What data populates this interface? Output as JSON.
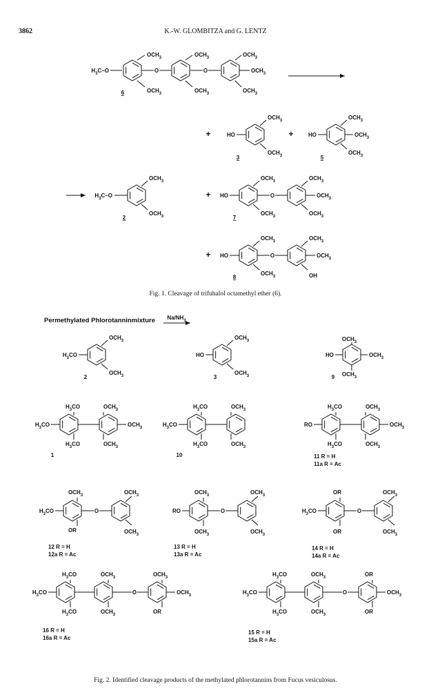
{
  "header": {
    "page_number": "3862",
    "authors": "K.-W. GLOMBITZA and G. LENTZ"
  },
  "fig1": {
    "caption": "Fig. 1. Cleavage of trifuhalol octamethyl ether (6).",
    "compounds": [
      "6",
      "3",
      "5",
      "2",
      "7",
      "8"
    ]
  },
  "fig2": {
    "caption": "Fig. 2. Identified cleavage products of the methylated phlorotannins from Fucus vesiculosus.",
    "start_label": "Permethylated Phlorotanninmixture",
    "reagent": "Na/NH3",
    "compounds": [
      "2",
      "3",
      "9",
      "1",
      "10",
      "11",
      "12",
      "13",
      "14",
      "16",
      "15"
    ],
    "r_labels": {
      "11": "11  R = H",
      "11a": "11a  R = Ac",
      "12": "12  R = H",
      "12a": "12a  R = Ac",
      "13": "13  R = H",
      "13a": "13a  R = Ac",
      "14": "14  R = H",
      "14a": "14a  R = Ac",
      "16": "16  R = H",
      "16a": "16a  R = Ac",
      "15": "15  R = H",
      "15a": "15a  R = Ac"
    }
  },
  "groups": {
    "och3": "OCH3",
    "h3co": "H3CO",
    "h3c_o": "H3C–O",
    "ho": "HO",
    "oh": "OH",
    "or": "OR",
    "ro": "RO",
    "o": "O",
    "plus": "+"
  }
}
